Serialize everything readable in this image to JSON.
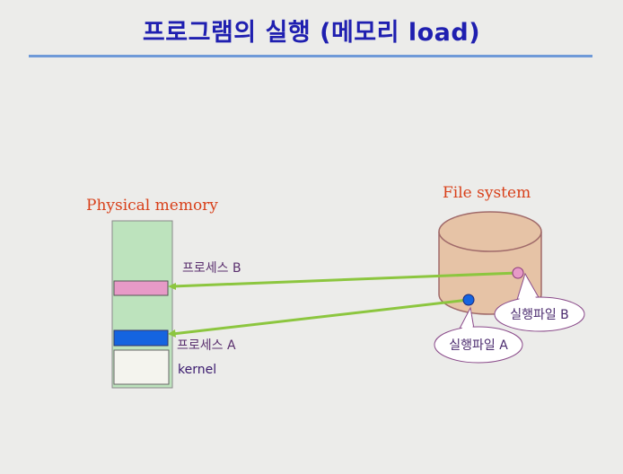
{
  "title": "프로그램의 실행 (메모리 load)",
  "memory": {
    "label": "Physical memory",
    "process_b": "프로세스 B",
    "process_a": "프로세스 A",
    "kernel": "kernel"
  },
  "filesystem": {
    "label": "File system",
    "exe_b": "실행파일 B",
    "exe_a": "실행파일 A"
  },
  "colors": {
    "title": "#1f1fb0",
    "title_rule": "#6f9ad8",
    "memory_fill": "#bde3bd",
    "process_b_fill": "#e79ac7",
    "process_a_fill": "#1464e0",
    "kernel_fill": "#f4f4ee",
    "disk_fill": "#e6c3a6",
    "disk_stroke": "#a06a6a",
    "arrow": "#8cc63f",
    "serif_label": "#d8401a",
    "callout_stroke": "#8a4a8a"
  }
}
